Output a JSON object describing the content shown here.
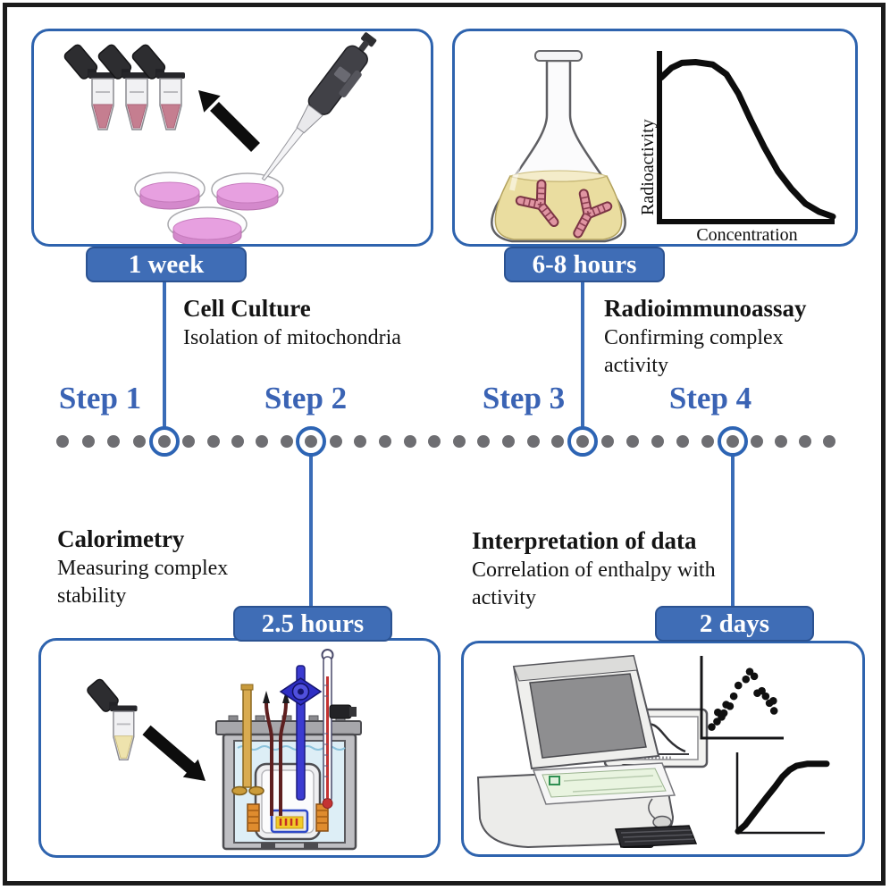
{
  "palette": {
    "accent_blue": "#2e63ae",
    "badge_blue": "#3f6db6",
    "step_text_blue": "#3a63b4",
    "timeline_dot_gray": "#6e6e72",
    "text_black": "#141414",
    "frame_black": "#1b1b1b"
  },
  "steps": [
    {
      "label": "Step 1",
      "duration": "1 week",
      "title": "Cell Culture",
      "description": "Isolation of mitochondria"
    },
    {
      "label": "Step 2",
      "duration": "2.5 hours",
      "title": "Calorimetry",
      "description": "Measuring complex stability"
    },
    {
      "label": "Step 3",
      "duration": "6-8 hours",
      "title": "Radioimmunoassay",
      "description": "Confirming complex activity"
    },
    {
      "label": "Step 4",
      "duration": "2 days",
      "title": "Interpretation of data",
      "description": "Correlation of enthalpy with activity"
    }
  ],
  "panel_illustrations": {
    "cell_culture": [
      "microcentrifuge-tubes",
      "transfer-arrow",
      "micropipette",
      "petri-dishes"
    ],
    "radioimmunoassay": [
      "erlenmeyer-flask",
      "antibodies",
      "radioactivity-vs-concentration-curve"
    ],
    "calorimetry": [
      "sample-tube",
      "transfer-arrow",
      "bomb-calorimeter"
    ],
    "interpretation": [
      "scintillation-counter",
      "monitor",
      "computer-tower",
      "keyboard",
      "mouse",
      "scatter-plot",
      "saturation-plot"
    ]
  },
  "chart_data": [
    {
      "type": "line",
      "title": "",
      "xlabel": "Concentration",
      "ylabel": "Radioactivity",
      "axis_ticks": "none",
      "location": "top-right panel sketch",
      "x_normalized": [
        0,
        0.06,
        0.12,
        0.2,
        0.3,
        0.38,
        0.45,
        0.52,
        0.6,
        0.68,
        0.76,
        0.84,
        0.92,
        1
      ],
      "y_normalized": [
        0.88,
        0.94,
        0.97,
        0.975,
        0.96,
        0.9,
        0.78,
        0.62,
        0.45,
        0.3,
        0.19,
        0.1,
        0.05,
        0.02
      ]
    },
    {
      "type": "scatter",
      "title": "",
      "xlabel": "",
      "ylabel": "",
      "axis_ticks": "none",
      "location": "bottom-right panel sketch, rise-then-fall point cloud",
      "points_normalized": [
        [
          0.1,
          0.11
        ],
        [
          0.17,
          0.18
        ],
        [
          0.23,
          0.24
        ],
        [
          0.18,
          0.3
        ],
        [
          0.26,
          0.29
        ],
        [
          0.29,
          0.4
        ],
        [
          0.34,
          0.38
        ],
        [
          0.39,
          0.51
        ],
        [
          0.45,
          0.65
        ],
        [
          0.55,
          0.73
        ],
        [
          0.6,
          0.83
        ],
        [
          0.66,
          0.77
        ],
        [
          0.7,
          0.55
        ],
        [
          0.76,
          0.58
        ],
        [
          0.81,
          0.51
        ],
        [
          0.86,
          0.42
        ],
        [
          0.91,
          0.45
        ],
        [
          0.92,
          0.32
        ]
      ]
    },
    {
      "type": "line",
      "title": "",
      "xlabel": "",
      "ylabel": "",
      "axis_ticks": "none",
      "location": "bottom-right panel sketch, saturation curve",
      "x_normalized": [
        0,
        0.08,
        0.2,
        0.32,
        0.42,
        0.5,
        0.58,
        0.66,
        0.78,
        1
      ],
      "y_normalized": [
        0.01,
        0.1,
        0.3,
        0.5,
        0.66,
        0.8,
        0.9,
        0.96,
        0.99,
        0.99
      ]
    }
  ]
}
